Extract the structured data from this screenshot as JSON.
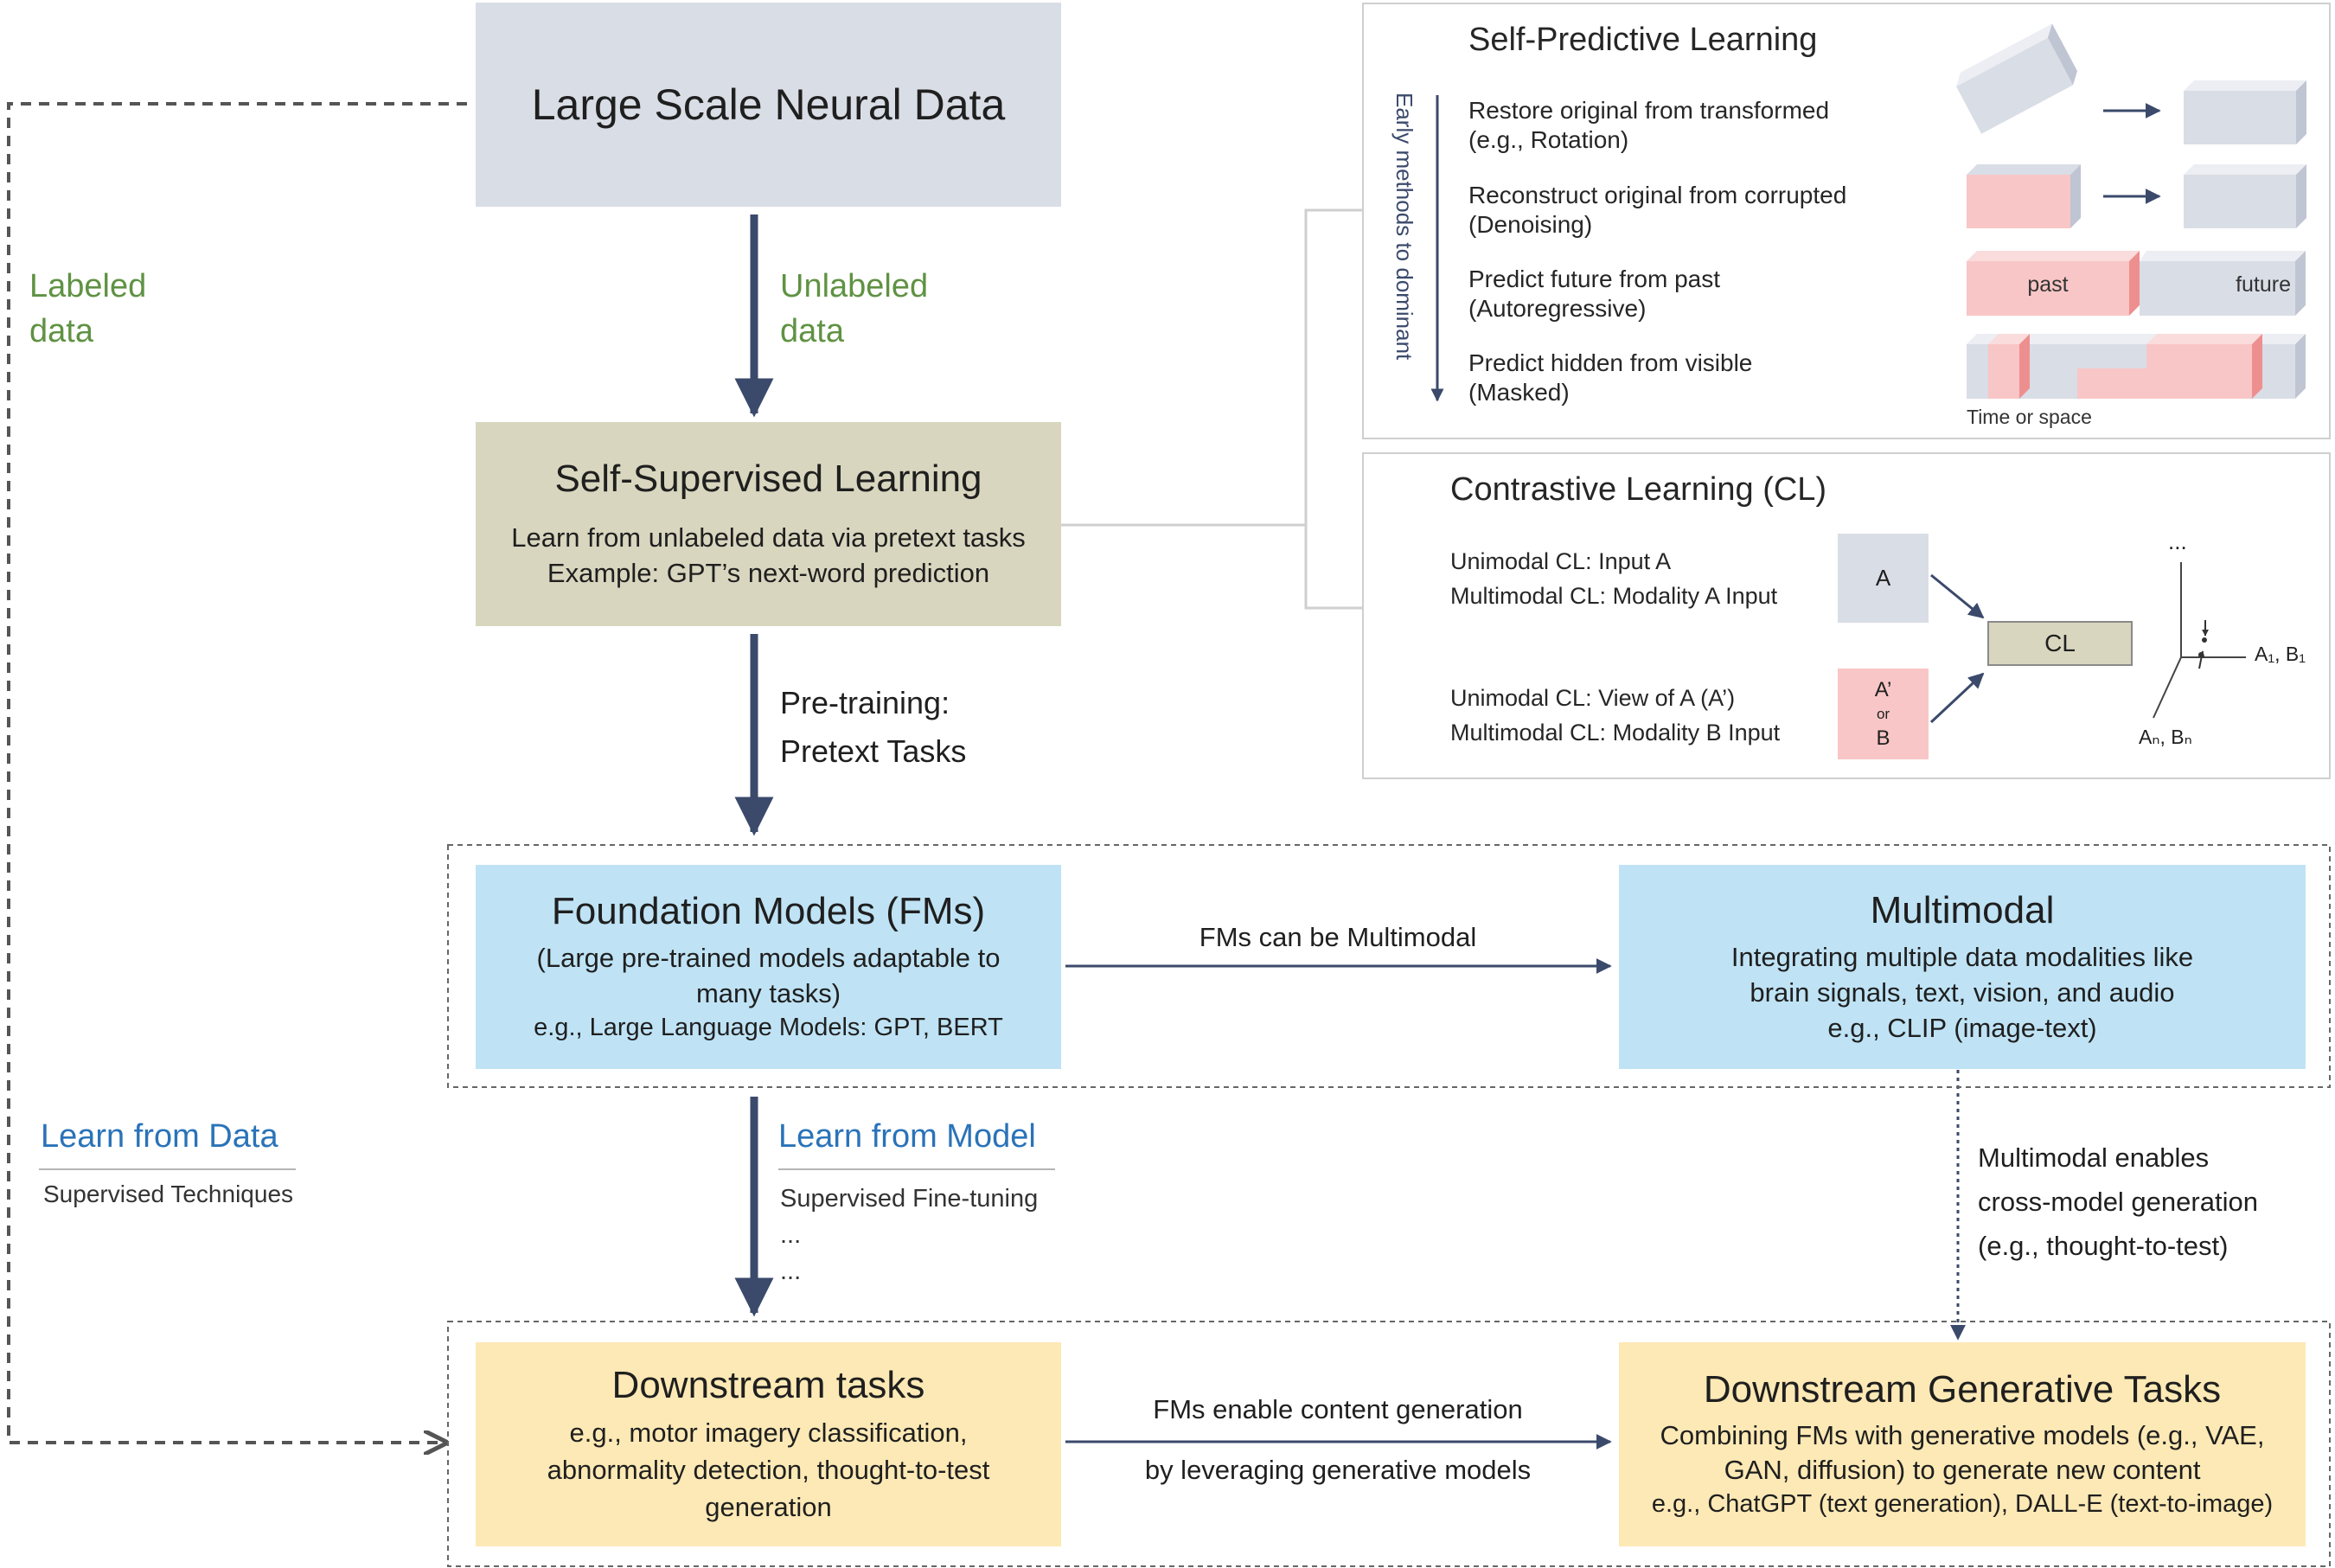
{
  "nodes": {
    "neural_data": "Large Scale Neural Data",
    "ssl": {
      "title": "Self-Supervised Learning",
      "line1": "Learn from unlabeled data via pretext tasks",
      "line2": "Example: GPT’s next-word prediction"
    },
    "fm": {
      "title": "Foundation Models (FMs)",
      "line1": "(Large pre-trained models adaptable to",
      "line2": "many tasks)",
      "line3": "e.g., Large Language Models: GPT, BERT"
    },
    "multimodal": {
      "title": "Multimodal",
      "line1": "Integrating multiple data modalities like",
      "line2": "brain signals, text, vision, and audio",
      "line3": "e.g., CLIP (image-text)"
    },
    "downstream": {
      "title": "Downstream tasks",
      "line1": "e.g., motor imagery classification,",
      "line2": "abnormality detection, thought-to-test",
      "line3": "generation"
    },
    "gen": {
      "title": "Downstream Generative Tasks",
      "line1": "Combining FMs with generative models (e.g., VAE,",
      "line2": "GAN, diffusion) to generate new content",
      "line3": "e.g., ChatGPT (text generation), DALL-E (text-to-image)"
    }
  },
  "labels": {
    "labeled_1": "Labeled",
    "labeled_2": "data",
    "unlabeled_1": "Unlabeled",
    "unlabeled_2": "data",
    "pretraining_1": "Pre-training:",
    "pretraining_2": "Pretext Tasks",
    "learn_data": "Learn from Data",
    "supervised_tech": "Supervised Techniques",
    "learn_model": "Learn from Model",
    "sup_ft": "Supervised Fine-tuning",
    "dots1": "...",
    "dots2": "...",
    "fm_multimodal": "FMs can be Multimodal",
    "mm_enables_1": "Multimodal enables",
    "mm_enables_2": "cross-model generation",
    "mm_enables_3": "(e.g., thought-to-test)",
    "fm_enable_1": "FMs enable content generation",
    "fm_enable_2": "by leveraging generative models"
  },
  "spl": {
    "title": "Self-Predictive Learning",
    "axis_label": "Early methods to dominant",
    "items": [
      {
        "l1": "Restore original from transformed",
        "l2": "(e.g., Rotation)"
      },
      {
        "l1": "Reconstruct original from corrupted",
        "l2": "(Denoising)"
      },
      {
        "l1": "Predict future from past",
        "l2": "(Autoregressive)"
      },
      {
        "l1": "Predict hidden from visible",
        "l2": "(Masked)"
      }
    ],
    "past": "past",
    "future": "future",
    "time_space": "Time or space"
  },
  "cl": {
    "title": "Contrastive Learning (CL)",
    "a_l1": "Unimodal CL: Input A",
    "a_l2": "Multimodal CL: Modality A Input",
    "b_l1": "Unimodal CL: View of A (A’)",
    "b_l2": "Multimodal CL: Modality B Input",
    "box_a": "A",
    "box_b1": "A’",
    "box_b2": "or",
    "box_b3": "B",
    "cl_box": "CL",
    "axis_dots": "...",
    "axis_a1": "A₁, B₁",
    "axis_an": "Aₙ, Bₙ"
  },
  "colors": {
    "arrow": "#3b4a6b",
    "gray": "#d9dde6",
    "olive": "#d9d6bf",
    "blue": "#bfe3f5",
    "yellow": "#fde9b5",
    "pink": "#f8c6c6",
    "green_text": "#5f9243",
    "blue_text": "#2a73b8"
  }
}
